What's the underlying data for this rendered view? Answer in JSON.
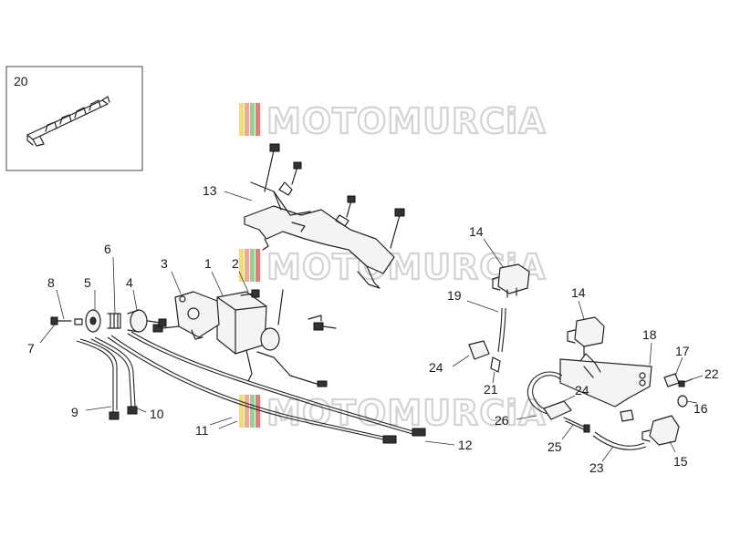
{
  "diagram": {
    "inset_label": "20",
    "watermark": {
      "text": "MOTOMURCiA",
      "stripe_colors": [
        "#f4d86a",
        "#e8a0a0",
        "#8fc98f",
        "#e07070"
      ]
    },
    "callouts": {
      "c1": "1",
      "c2": "2",
      "c3": "3",
      "c4": "4",
      "c5": "5",
      "c6": "6",
      "c7": "7",
      "c8": "8",
      "c9": "9",
      "c10": "10",
      "c11": "11",
      "c12": "12",
      "c13": "13",
      "c14a": "14",
      "c14b": "14",
      "c15": "15",
      "c16": "16",
      "c17": "17",
      "c18": "18",
      "c19": "19",
      "c21": "21",
      "c22": "22",
      "c23": "23",
      "c24a": "24",
      "c24b": "24",
      "c25": "25",
      "c26": "26"
    }
  }
}
